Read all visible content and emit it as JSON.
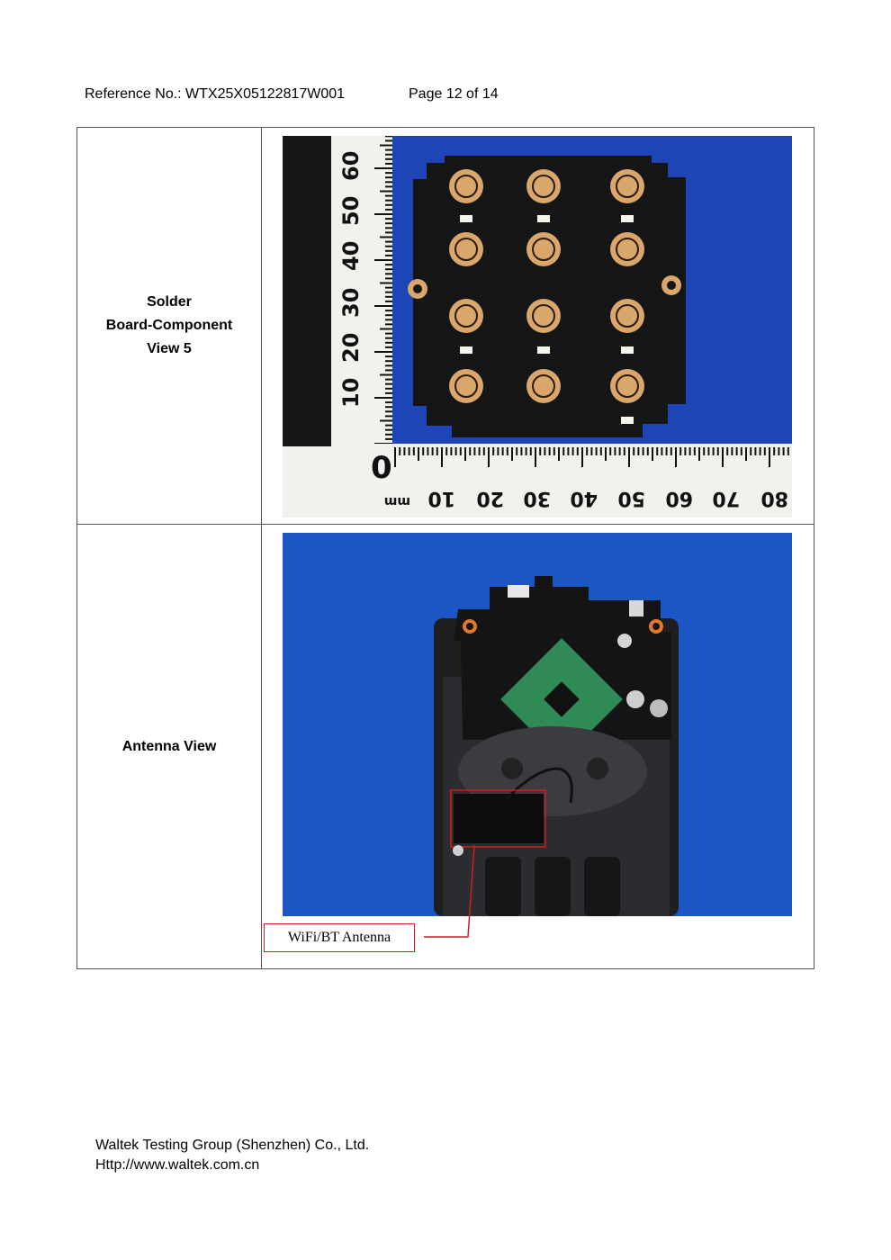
{
  "header": {
    "reference": "Reference No.: WTX25X05122817W001",
    "page": "Page 12 of 14"
  },
  "rows": [
    {
      "label_lines": [
        "Solder",
        "Board-Component",
        "View 5"
      ],
      "photo": {
        "ruler_vertical_ticks": [
          "10",
          "20",
          "30",
          "40",
          "50",
          "60"
        ],
        "ruler_horizontal_ticks": [
          "mm",
          "10",
          "20",
          "30",
          "40",
          "50",
          "60",
          "70",
          "80"
        ]
      }
    },
    {
      "label_lines": [
        "Antenna View"
      ],
      "photo": {
        "callout": "WiFi/BT Antenna"
      }
    }
  ],
  "footer": {
    "company": "Waltek Testing Group (Shenzhen) Co., Ltd.",
    "url": "Http://www.waltek.com.cn"
  },
  "colors": {
    "callout_red": "#d01c1c",
    "backdrop_blue": "#1c55c4",
    "pcb_black": "#151515",
    "module_green": "#2f8a55"
  }
}
